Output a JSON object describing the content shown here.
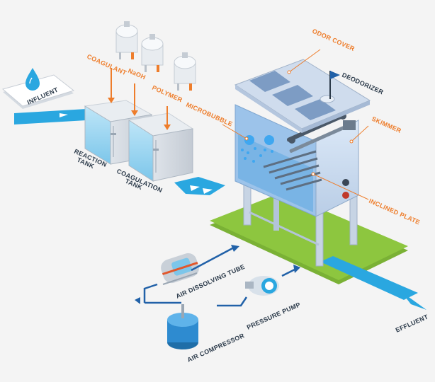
{
  "labels": {
    "influent": "INFLUENT",
    "reaction_1": "REACTION",
    "reaction_2": "TANK",
    "coag_1": "COAGULATION",
    "coag_2": "TANK",
    "coagulant": "COAGULANT",
    "naoh": "NaOH",
    "polymer": "POLYMER",
    "odor_cover": "ODOR COVER",
    "deodorizer": "DEODORIZER",
    "microbubble": "MICROBUBBLE",
    "skimmer": "SKIMMER",
    "inclined_plate": "INCLINED PLATE",
    "air_dissolving_tube": "AIR DISSOLVING TUBE",
    "pressure_pump": "PRESSURE PUMP",
    "air_compressor": "AIR COMPRESSOR",
    "effluent": "EFFLUENT"
  },
  "colors": {
    "accent_orange": "#ee7d2b",
    "label_dark": "#2b3a4a",
    "flow_blue": "#2aa7e0",
    "ground_green": "#8dc63f",
    "water_blue": "#8fd3f4"
  }
}
